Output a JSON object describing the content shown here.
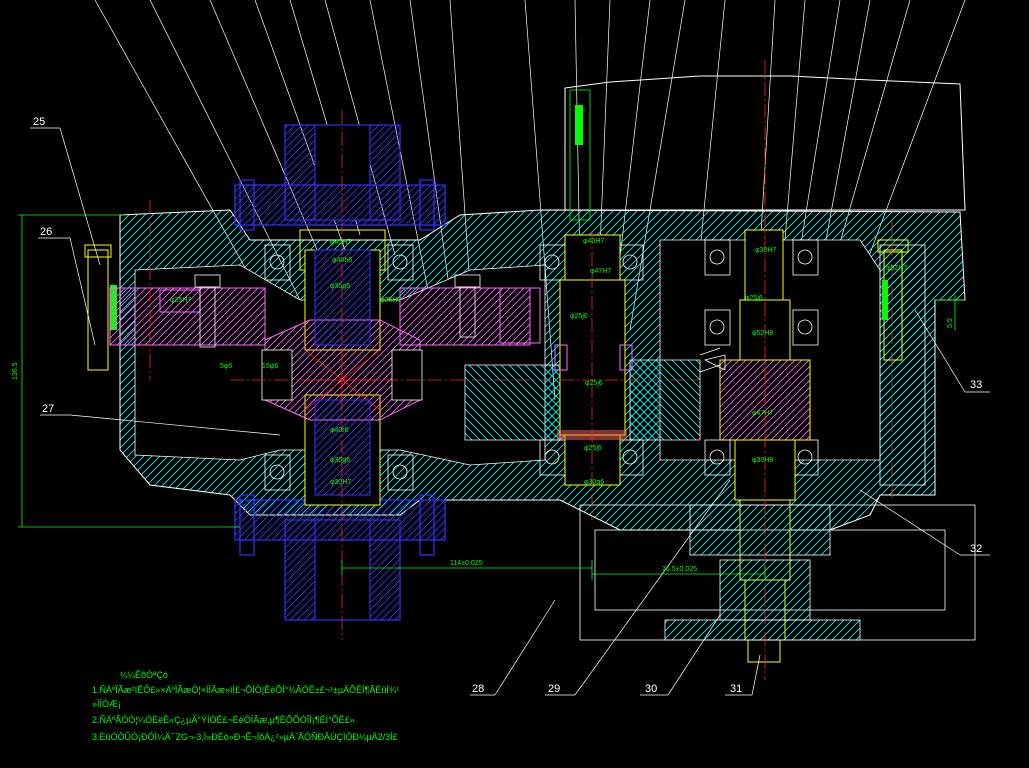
{
  "colors": {
    "background": "#000000",
    "outline": "#ffffff",
    "hatch": "#00ffff",
    "dimension": "#00ff00",
    "bearing_gear": "#ffff00",
    "flange_bolts": "#0000ff",
    "gear_teeth": "#ff00ff",
    "centerline": "#ff0000"
  },
  "part_numbers": {
    "p25": "25",
    "p26": "26",
    "p27": "27",
    "p28": "28",
    "p29": "29",
    "p30": "30",
    "p31": "31",
    "p32": "32",
    "p33": "33"
  },
  "dimensions": {
    "height": "136.5",
    "center_distance_1": "114±0.025",
    "center_distance_2": "76.5±0.025",
    "offset": "5.5",
    "fits": [
      "φ40H7",
      "φ40h6",
      "φ35g6",
      "φ25H7",
      "φ40r6",
      "φ30g6",
      "φ30H7",
      "φ25H7",
      "φ25j6",
      "φ40H7",
      "φ47H7",
      "φ25j6",
      "φ25j6",
      "φ30g6",
      "φ30H7",
      "φ52H8",
      "φ47H7",
      "φ30H8",
      "φ25j6",
      "φ52H7"
    ],
    "small": [
      "5φ6",
      "15φ6"
    ]
  },
  "notes": {
    "title": "¼¼ÊõÒªÇó",
    "line1": "1.ÑÄºÏÃæ²îÊÔ£»×ÄºÏÃæÓ¦×ÏÍÃæ»ìÍ£¬ÕÍÓ¦ÊéÕÍ°¾ÃÓÊ±£¬¹±µÄÕËÌ¶ÃÈûÍ¾¹",
    "line1b": "»ÏÍÓÆ¡",
    "line2": "2.ÑÄºÃÓÓ¦¼ÓÈëÊ«Ç¿µÄ°ÝÍÓÊ£¬ÈëÖÍÃæ,µ¶ÈÕÕÓÎÌ¡¶ÉÌ°ÕÊ£»",
    "line3": "3.ÈûÓÒÛÓ¡ÐÓÌ¼Ä¯ZG¬-3,Ì»ÐÈó»Ð¬Ê¬ÌõÁ¿²»µÄ´ÂÓÑÐÂÚÇÌÓÐ¼µÄ2/3Ì£"
  }
}
